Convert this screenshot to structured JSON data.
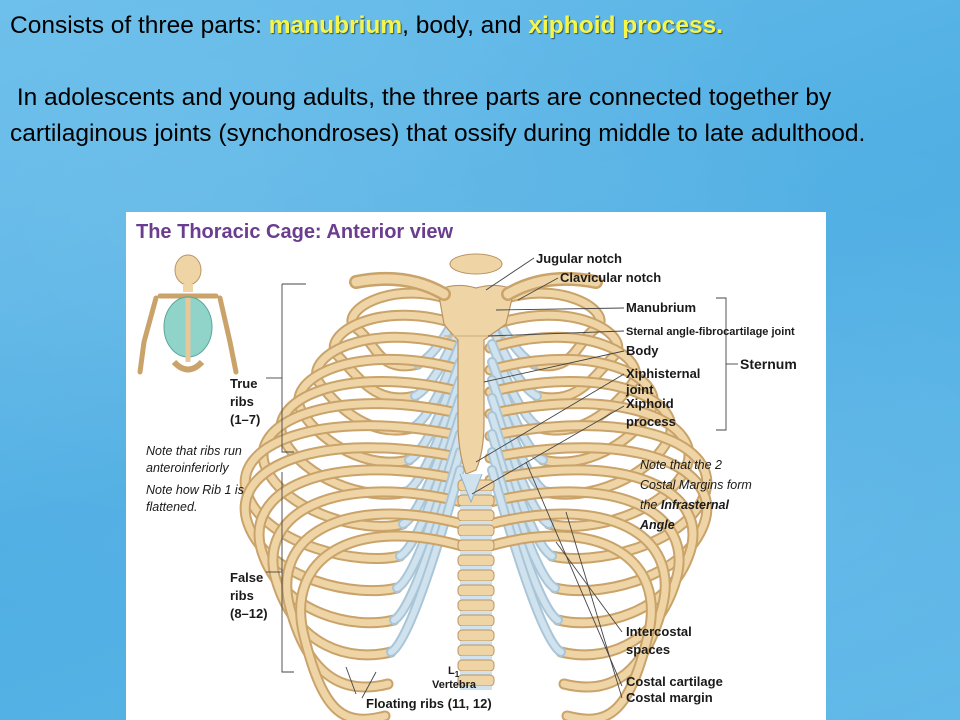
{
  "text": {
    "line1_prefix": "Consists of three parts: ",
    "line1_manubrium": "manubrium",
    "line1_middle": ", body, and ",
    "line1_xiphoid": "xiphoid process.",
    "para": " In adolescents and young adults, the three parts are connected together by cartilaginous joints (synchondroses) that ossify during middle to late adulthood."
  },
  "figure": {
    "title": "The Thoracic Cage: Anterior view",
    "labels": {
      "jugular_notch": "Jugular notch",
      "clavicular_notch": "Clavicular notch",
      "manubrium": "Manubrium",
      "sternal_angle": "Sternal angle-fibrocartilage joint",
      "body": "Body",
      "xiphisternal_1": "Xiphisternal",
      "xiphisternal_2": "joint",
      "xiphoid_1": "Xiphoid",
      "xiphoid_2": "process",
      "sternum": "Sternum",
      "true_ribs_1": "True",
      "true_ribs_2": "ribs",
      "true_ribs_3": "(1–7)",
      "false_ribs_1": "False",
      "false_ribs_2": "ribs",
      "false_ribs_3": "(8–12)",
      "intercostal_1": "Intercostal",
      "intercostal_2": "spaces",
      "costal_cartilage": "Costal cartilage",
      "costal_margin": "Costal margin",
      "floating_ribs": "Floating ribs (11, 12)",
      "vertebra_1": "L",
      "vertebra_sub": "1",
      "vertebra_2": "Vertebra"
    },
    "notes": {
      "left_1": "Note that ribs run",
      "left_2": "anteroinferiorly",
      "left_3": "Note how Rib 1 is",
      "left_4": "flattened.",
      "right_1": "Note that the 2",
      "right_2": "Costal Margins form",
      "right_3": "the ",
      "right_3b": "Infrasternal",
      "right_4": "Angle"
    },
    "colors": {
      "title": "#6a3d8f",
      "bone": "#efd5a6",
      "cartilage": "#cfe2ee",
      "highlight": "#f6f64a",
      "background": "#5db5e6"
    }
  }
}
